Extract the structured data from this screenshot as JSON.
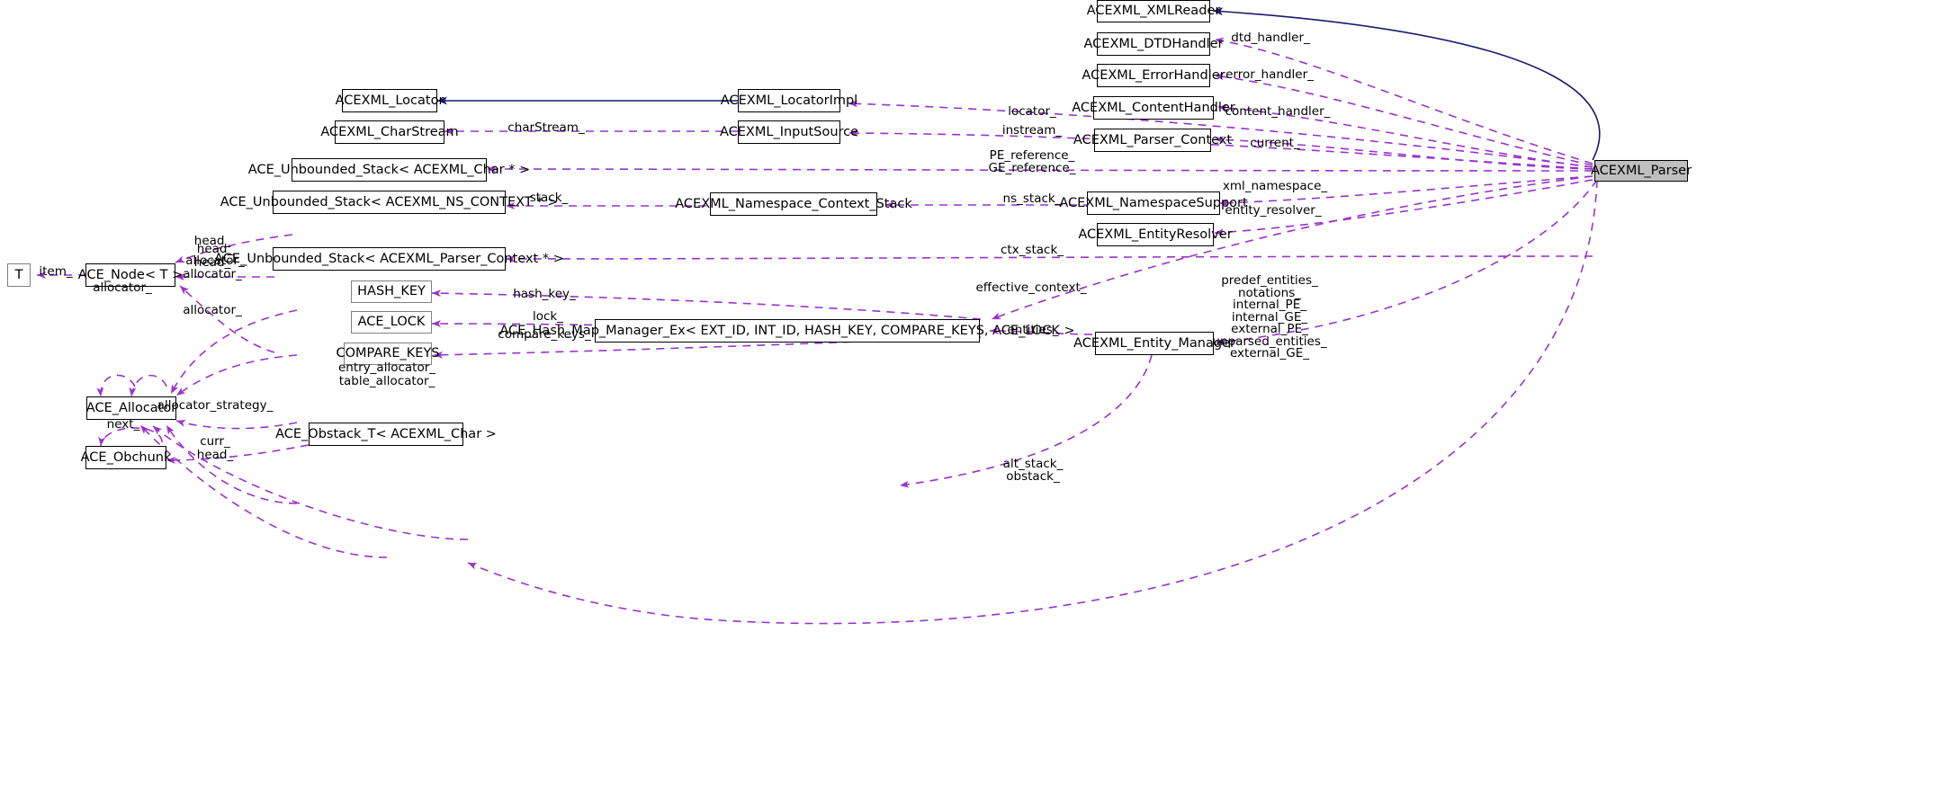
{
  "diagram": {
    "kind": "doxygen-collaboration-diagram",
    "root": "ACEXML_Parser",
    "colors": {
      "association_edge": "#9a32cd",
      "inheritance_edge": "#191970",
      "node_border": "#000000",
      "template_node_border": "#808080",
      "root_fill": "#bfbfbf",
      "background": "#ffffff"
    },
    "nodes": [
      {
        "id": "t",
        "label": "T"
      },
      {
        "id": "ace_node",
        "label": "ACE_Node< T >"
      },
      {
        "id": "ace_allocator",
        "label": "ACE_Allocator"
      },
      {
        "id": "ace_obchunk",
        "label": "ACE_Obchunk"
      },
      {
        "id": "acexml_locator",
        "label": "ACEXML_Locator"
      },
      {
        "id": "acexml_charstream",
        "label": "ACEXML_CharStream"
      },
      {
        "id": "ub_stack_char",
        "label": "ACE_Unbounded_Stack< ACEXML_Char * >"
      },
      {
        "id": "ub_stack_ns",
        "label": "ACE_Unbounded_Stack< ACEXML_NS_CONTEXT * >"
      },
      {
        "id": "ub_stack_ctx",
        "label": "ACE_Unbounded_Stack< ACEXML_Parser_Context * >"
      },
      {
        "id": "hash_key",
        "label": "HASH_KEY"
      },
      {
        "id": "ace_lock",
        "label": "ACE_LOCK"
      },
      {
        "id": "compare_keys",
        "label": "COMPARE_KEYS"
      },
      {
        "id": "ace_obstack_t",
        "label": "ACE_Obstack_T< ACEXML_Char >"
      },
      {
        "id": "acexml_locatorimpl",
        "label": "ACEXML_LocatorImpl"
      },
      {
        "id": "acexml_inputsource",
        "label": "ACEXML_InputSource"
      },
      {
        "id": "ns_context_stack",
        "label": "ACEXML_Namespace_Context_Stack"
      },
      {
        "id": "hash_map_manager",
        "label": "ACE_Hash_Map_Manager_Ex< EXT_ID, INT_ID, HASH_KEY, COMPARE_KEYS, ACE_LOCK >"
      },
      {
        "id": "acexml_xmlreader",
        "label": "ACEXML_XMLReader"
      },
      {
        "id": "acexml_dtdhandler",
        "label": "ACEXML_DTDHandler"
      },
      {
        "id": "acexml_errorhandler",
        "label": "ACEXML_ErrorHandler"
      },
      {
        "id": "acexml_contenthandler",
        "label": "ACEXML_ContentHandler"
      },
      {
        "id": "acexml_parser_context",
        "label": "ACEXML_Parser_Context"
      },
      {
        "id": "acexml_namespacesupport",
        "label": "ACEXML_NamespaceSupport"
      },
      {
        "id": "acexml_entityresolver",
        "label": "ACEXML_EntityResolver"
      },
      {
        "id": "acexml_entity_manager",
        "label": "ACEXML_Entity_Manager"
      },
      {
        "id": "acexml_parser",
        "label": "ACEXML_Parser"
      }
    ],
    "edge_labels": [
      {
        "id": "item",
        "text": "item_"
      },
      {
        "id": "head_1",
        "text": "head_"
      },
      {
        "id": "head_alloc_1",
        "text": "head_\nallocator_"
      },
      {
        "id": "head_alloc_2",
        "text": "head_\nallocator_"
      },
      {
        "id": "allocator_self",
        "text": "allocator_"
      },
      {
        "id": "allocator_2",
        "text": "allocator_"
      },
      {
        "id": "charstream",
        "text": "charStream_"
      },
      {
        "id": "stack",
        "text": "stack_"
      },
      {
        "id": "hash_key_lbl",
        "text": "hash_key_"
      },
      {
        "id": "lock_lbl",
        "text": "lock_"
      },
      {
        "id": "compare_keys_lbl",
        "text": "compare_keys_"
      },
      {
        "id": "entry_table_alloc",
        "text": "entry_allocator_\ntable_allocator_"
      },
      {
        "id": "allocator_strategy",
        "text": "allocator_strategy_"
      },
      {
        "id": "next_lbl",
        "text": "next_"
      },
      {
        "id": "curr_head",
        "text": "curr_\nhead_"
      },
      {
        "id": "locator_lbl",
        "text": "locator_"
      },
      {
        "id": "instream_lbl",
        "text": "instream_"
      },
      {
        "id": "pe_ge_reference",
        "text": "PE_reference_\nGE_reference_"
      },
      {
        "id": "ns_stack_lbl",
        "text": "ns_stack_"
      },
      {
        "id": "ctx_stack_lbl",
        "text": "ctx_stack_"
      },
      {
        "id": "effective_context",
        "text": "effective_context_"
      },
      {
        "id": "entities_lbl",
        "text": "entities_"
      },
      {
        "id": "dtd_handler",
        "text": "dtd_handler_"
      },
      {
        "id": "error_handler",
        "text": "error_handler_"
      },
      {
        "id": "content_handler",
        "text": "content_handler_"
      },
      {
        "id": "current_lbl",
        "text": "current_"
      },
      {
        "id": "xml_namespace",
        "text": "xml_namespace_"
      },
      {
        "id": "entity_resolver",
        "text": "entity_resolver_"
      },
      {
        "id": "entity_fields",
        "text": "predef_entities_\nnotations_\ninternal_PE_\ninternal_GE_\nexternal_PE_\nunparsed_entities_\nexternal_GE_"
      },
      {
        "id": "alt_stack_obstack",
        "text": "alt_stack_\nobstack_"
      }
    ]
  }
}
